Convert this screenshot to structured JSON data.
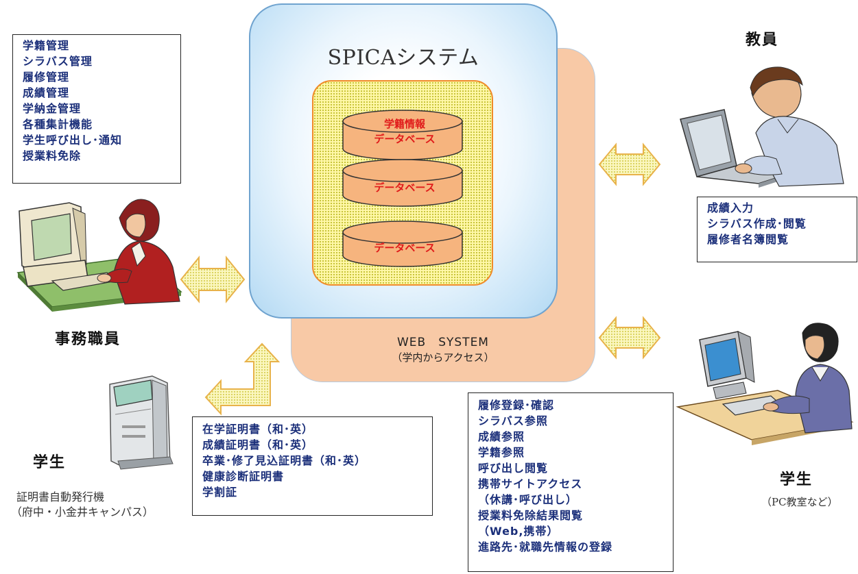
{
  "system": {
    "spica_title": "SPICAシステム",
    "web_title": "WEB　SYSTEM",
    "web_subtitle": "（学内からアクセス）",
    "databases": [
      {
        "line1": "学籍情報",
        "line2": "データベース"
      },
      {
        "line1": "データベース",
        "line2": ""
      },
      {
        "line1": "データベース",
        "line2": ""
      }
    ]
  },
  "staff": {
    "role": "事務職員",
    "functions": [
      "学籍管理",
      "シラバス管理",
      "履修管理",
      "成績管理",
      "学納金管理",
      "各種集計機能",
      "学生呼び出し･通知",
      "授業料免除"
    ]
  },
  "faculty": {
    "role": "教員",
    "functions": [
      "成績入力",
      "シラバス作成･閲覧",
      "履修者名簿閲覧"
    ]
  },
  "kiosk_student": {
    "role": "学生",
    "caption_line1": "証明書自動発行機",
    "caption_line2": "（府中・小金井キャンパス）",
    "functions": [
      "在学証明書（和･英）",
      "成績証明書（和･英）",
      "卒業･修了見込証明書（和･英）",
      "健康診断証明書",
      "学割証"
    ]
  },
  "pc_student": {
    "role": "学生",
    "caption": "（PC教室など）",
    "functions": [
      "履修登録･確認",
      "シラバス参照",
      "成績参照",
      "学籍参照",
      "呼び出し閲覧",
      "携帯サイトアクセス",
      "（休講･呼び出し）",
      "授業料免除結果閲覧",
      "（Web,携帯）",
      "進路先･就職先情報の登録"
    ]
  },
  "colors": {
    "list_text": "#1b2f7a",
    "db_text": "#e01a1a",
    "web_panel": "#f8c9a6",
    "spica_border": "#6fa3cf",
    "db_fill": "#f6b47e",
    "arrow_fill": "#f7f1a0",
    "arrow_stroke": "#e8b24a"
  }
}
